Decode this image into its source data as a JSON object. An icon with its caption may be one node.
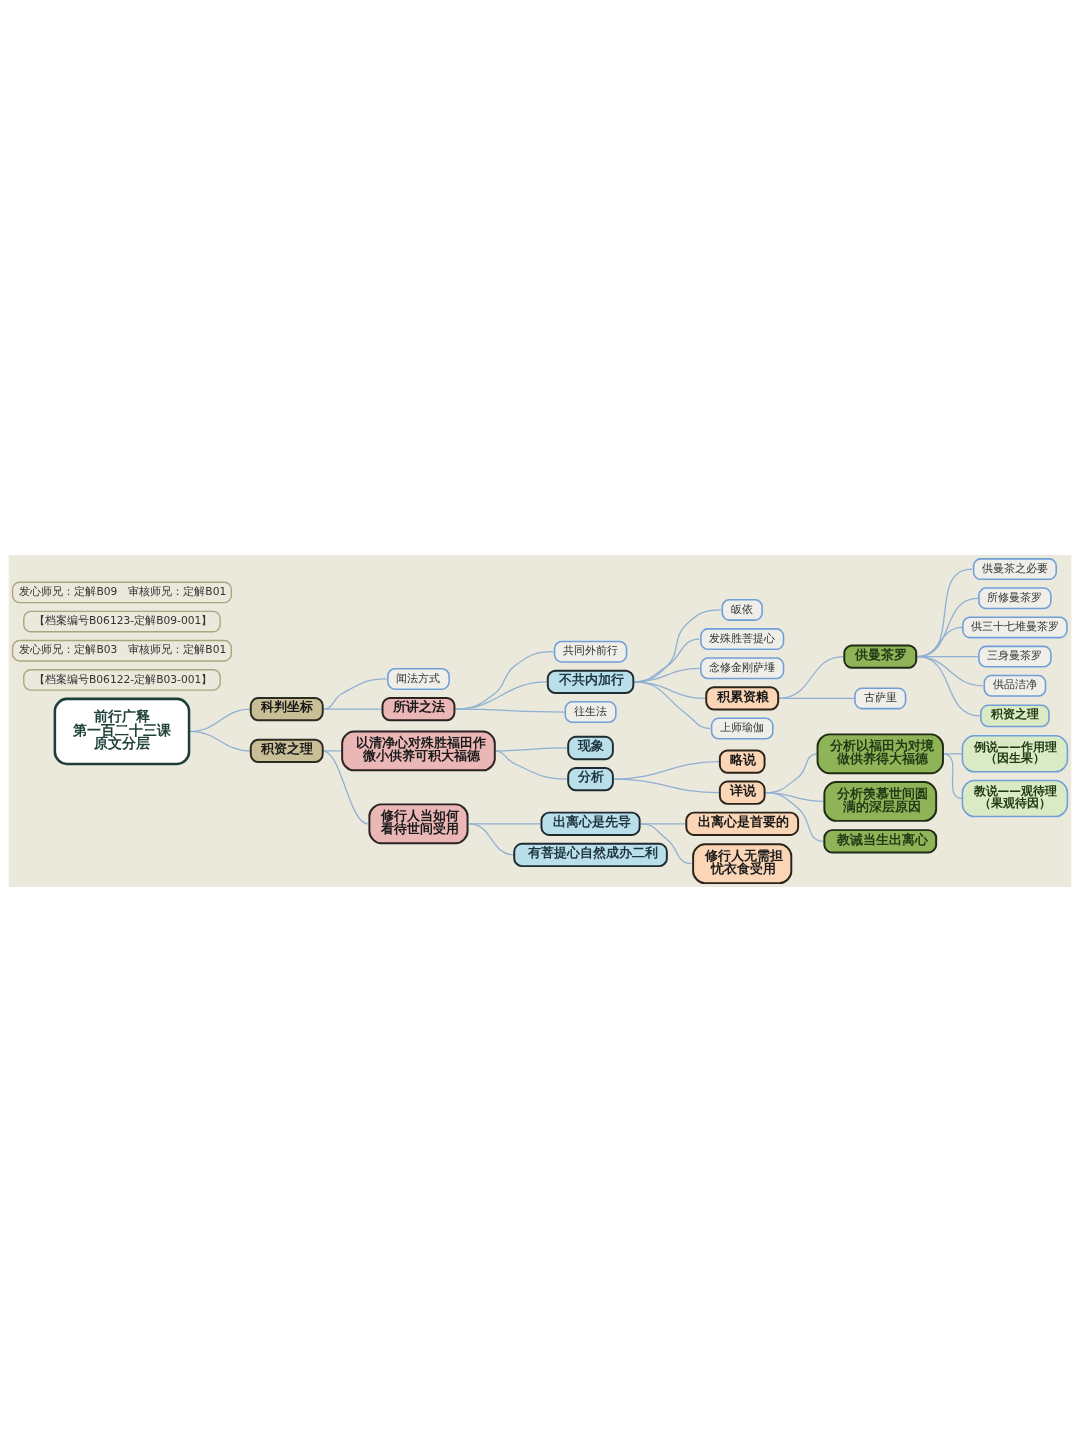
{
  "diagram": {
    "nodes": [
      {
        "text": [
          "前行广释",
          "第一百二十三课",
          "原文分层"
        ]
      },
      {
        "text": [
          "科判坐标"
        ]
      },
      {
        "text": [
          "闻法方式"
        ]
      },
      {
        "text": [
          "所讲之法"
        ]
      },
      {
        "text": [
          "共同外前行"
        ]
      },
      {
        "text": [
          "不共内加行"
        ]
      },
      {
        "text": [
          "皈依"
        ]
      },
      {
        "text": [
          "发殊胜菩提心"
        ]
      },
      {
        "text": [
          "念修金刚萨埵"
        ]
      },
      {
        "text": [
          "积累资粮"
        ]
      },
      {
        "text": [
          "供曼茶罗"
        ]
      },
      {
        "text": [
          "供曼茶之必要"
        ]
      },
      {
        "text": [
          "所修曼茶罗"
        ]
      },
      {
        "text": [
          "供三十七堆曼茶罗"
        ]
      },
      {
        "text": [
          "三身曼茶罗"
        ]
      },
      {
        "text": [
          "供品洁净"
        ]
      },
      {
        "text": [
          "积资之理"
        ]
      },
      {
        "text": [
          "古萨里"
        ]
      },
      {
        "text": [
          "上师瑜伽"
        ]
      },
      {
        "text": [
          "往生法"
        ]
      },
      {
        "text": [
          "积资之理"
        ]
      },
      {
        "text": [
          "以清净心对殊胜福田作微小供养可积大福德"
        ]
      },
      {
        "text": [
          "现象"
        ]
      },
      {
        "text": [
          "分析"
        ]
      },
      {
        "text": [
          "略说"
        ]
      },
      {
        "text": [
          "详说"
        ]
      },
      {
        "text": [
          "分析以福田为对境做供养得大福德"
        ]
      },
      {
        "text": [
          "例说——作用理（因生果）"
        ]
      },
      {
        "text": [
          "教说——观待理（果观待因）"
        ]
      },
      {
        "text": [
          "分析羡慕世间圆满的深层原因"
        ]
      },
      {
        "text": [
          "教诫当生出离心"
        ]
      },
      {
        "text": [
          "修行人当如何看待世间受用"
        ]
      },
      {
        "text": [
          "出离心是先导"
        ]
      },
      {
        "text": [
          "出离心是首要的"
        ]
      },
      {
        "text": [
          "修行人无需担忧衣食受用"
        ]
      },
      {
        "text": [
          "有菩提心自然成办二利"
        ]
      },
      {
        "text": [
          "发心师兄：定解B09　审核师兄：定解B01"
        ]
      },
      {
        "text": [
          "【档案编号B06123-定解B09-001】"
        ]
      },
      {
        "text": [
          "发心师兄：定解B03　审核师兄：定解B01"
        ]
      },
      {
        "text": [
          "【档案编号B06122-定解B03-001】"
        ]
      }
    ],
    "edges": [
      {
        "from": 0,
        "to": 1,
        "arrow": "none"
      },
      {
        "from": 1,
        "to": 2,
        "arrow": "none"
      },
      {
        "from": 1,
        "to": 3,
        "arrow": "none"
      },
      {
        "from": 3,
        "to": 4,
        "arrow": "none"
      },
      {
        "from": 3,
        "to": 5,
        "arrow": "none"
      },
      {
        "from": 5,
        "to": 6,
        "arrow": "none"
      },
      {
        "from": 5,
        "to": 7,
        "arrow": "none"
      },
      {
        "from": 5,
        "to": 8,
        "arrow": "none"
      },
      {
        "from": 5,
        "to": 9,
        "arrow": "none"
      },
      {
        "from": 9,
        "to": 10,
        "arrow": "none"
      },
      {
        "from": 10,
        "to": 11,
        "arrow": "none"
      },
      {
        "from": 10,
        "to": 12,
        "arrow": "none"
      },
      {
        "from": 10,
        "to": 13,
        "arrow": "none"
      },
      {
        "from": 10,
        "to": 14,
        "arrow": "none"
      },
      {
        "from": 10,
        "to": 15,
        "arrow": "none"
      },
      {
        "from": 10,
        "to": 16,
        "arrow": "none"
      },
      {
        "from": 9,
        "to": 17,
        "arrow": "none"
      },
      {
        "from": 5,
        "to": 18,
        "arrow": "none"
      },
      {
        "from": 3,
        "to": 19,
        "arrow": "none"
      },
      {
        "from": 0,
        "to": 20,
        "arrow": "none"
      },
      {
        "from": 20,
        "to": 21,
        "arrow": "none"
      },
      {
        "from": 21,
        "to": 22,
        "arrow": "none"
      },
      {
        "from": 21,
        "to": 23,
        "arrow": "none"
      },
      {
        "from": 23,
        "to": 24,
        "arrow": "none"
      },
      {
        "from": 23,
        "to": 25,
        "arrow": "none"
      },
      {
        "from": 25,
        "to": 26,
        "arrow": "none"
      },
      {
        "from": 26,
        "to": 27,
        "arrow": "none"
      },
      {
        "from": 26,
        "to": 28,
        "arrow": "none"
      },
      {
        "from": 25,
        "to": 29,
        "arrow": "none"
      },
      {
        "from": 25,
        "to": 30,
        "arrow": "none"
      },
      {
        "from": 20,
        "to": 31,
        "arrow": "none"
      },
      {
        "from": 31,
        "to": 32,
        "arrow": "none"
      },
      {
        "from": 32,
        "to": 33,
        "arrow": "none"
      },
      {
        "from": 32,
        "to": 34,
        "arrow": "none"
      },
      {
        "from": 31,
        "to": 35,
        "arrow": "none"
      }
    ]
  }
}
